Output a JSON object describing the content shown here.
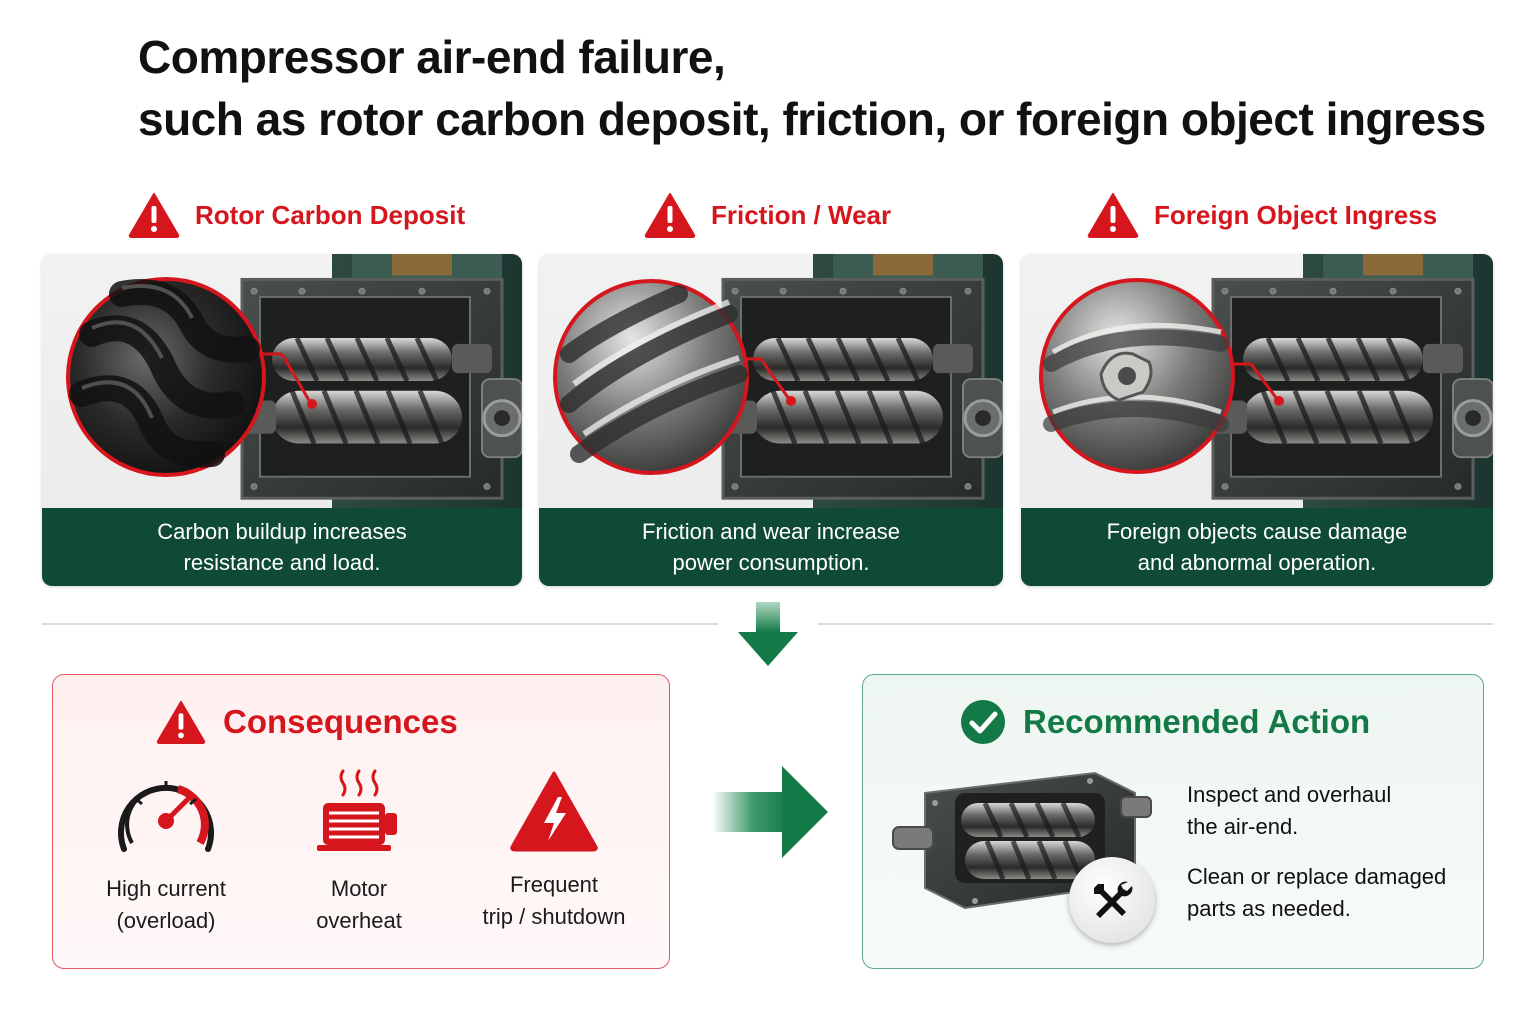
{
  "title": {
    "line1": "Compressor air-end failure,",
    "line2": "such as rotor carbon deposit, friction, or foreign object ingress"
  },
  "causes": [
    {
      "heading": "Rotor Carbon Deposit",
      "caption_line1": "Carbon buildup increases",
      "caption_line2": "resistance and load."
    },
    {
      "heading": "Friction / Wear",
      "caption_line1": "Friction and wear increase",
      "caption_line2": "power consumption."
    },
    {
      "heading": "Foreign Object Ingress",
      "caption_line1": "Foreign objects cause damage",
      "caption_line2": "and abnormal operation."
    }
  ],
  "consequences": {
    "heading": "Consequences",
    "items": [
      {
        "line1": "High current",
        "line2": "(overload)",
        "icon": "gauge-icon"
      },
      {
        "line1": "Motor",
        "line2": "overheat",
        "icon": "motor-overheat-icon"
      },
      {
        "line1": "Frequent",
        "line2": "trip / shutdown",
        "icon": "electrical-hazard-icon"
      }
    ]
  },
  "recommended": {
    "heading": "Recommended Action",
    "step1_line1": "Inspect and overhaul",
    "step1_line2": "the air-end.",
    "step2_line1": "Clean or replace damaged",
    "step2_line2": "parts as needed."
  },
  "colors": {
    "warning_red": "#d5161d",
    "caption_green": "#0f4a35",
    "action_green": "#137a47"
  }
}
